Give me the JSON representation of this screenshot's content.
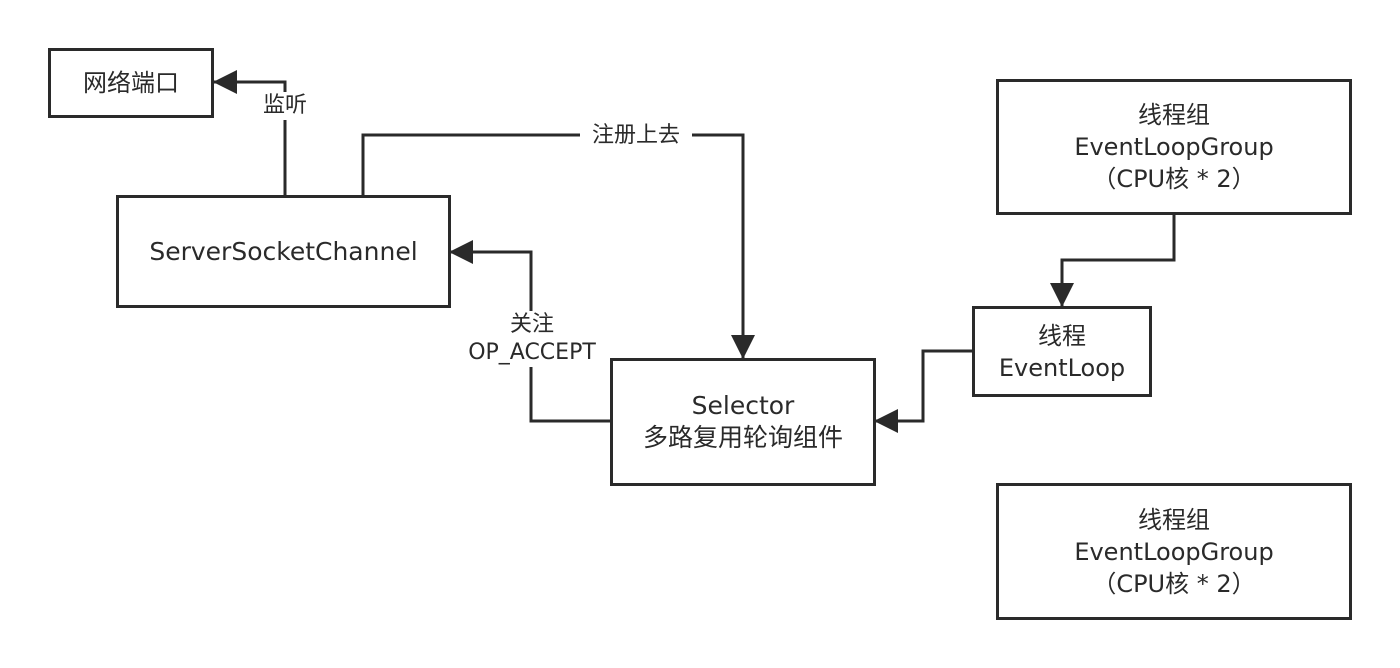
{
  "nodes": {
    "network_port": {
      "lines": [
        "网络端口"
      ]
    },
    "server_socket_channel": {
      "lines": [
        "ServerSocketChannel"
      ]
    },
    "selector": {
      "lines": [
        "Selector",
        "多路复用轮询组件"
      ]
    },
    "event_loop_group_top": {
      "lines": [
        "线程组",
        "EventLoopGroup",
        "（CPU核 * 2）"
      ]
    },
    "event_loop": {
      "lines": [
        "线程",
        "EventLoop"
      ]
    },
    "event_loop_group_bottom": {
      "lines": [
        "线程组",
        "EventLoopGroup",
        "（CPU核 * 2）"
      ]
    }
  },
  "edges": {
    "listen": {
      "label": "监听"
    },
    "register": {
      "label": "注册上去"
    },
    "accept": {
      "label_lines": [
        "关注",
        "OP_ACCEPT"
      ]
    }
  },
  "colors": {
    "stroke": "#2a2a2a",
    "background": "#ffffff"
  }
}
